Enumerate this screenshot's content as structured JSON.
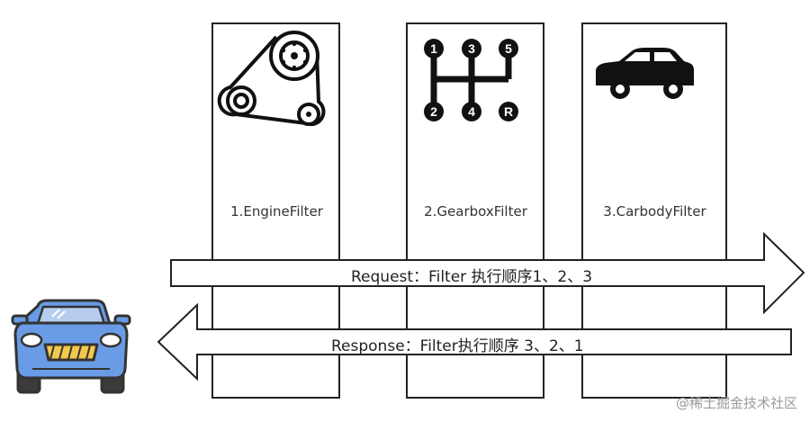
{
  "filters": [
    {
      "label": "1.EngineFilter",
      "icon": "engine-belt-icon"
    },
    {
      "label": "2.GearboxFilter",
      "icon": "gear-shift-pattern-icon"
    },
    {
      "label": "3.CarbodyFilter",
      "icon": "car-silhouette-icon"
    }
  ],
  "gear_pattern": {
    "top": [
      "1",
      "3",
      "5"
    ],
    "bottom": [
      "2",
      "4",
      "R"
    ]
  },
  "arrows": {
    "request_label": "Request：Filter 执行顺序1、2、3",
    "response_label": "Response：Filter执行顺序 3、2、1"
  },
  "car_icon": "front-car-icon",
  "colors": {
    "stroke": "#222222",
    "car_body": "#6a9be6",
    "car_dark": "#3a3a3a",
    "car_grille": "#f4c84a"
  },
  "watermark": "@稀土掘金技术社区"
}
